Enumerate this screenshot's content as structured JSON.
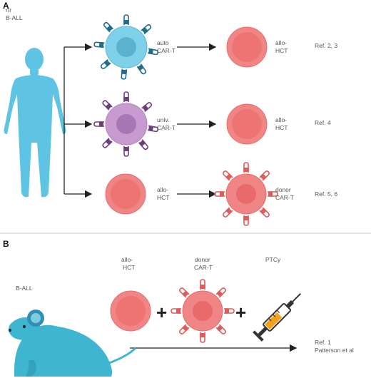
{
  "panel_a": {
    "label": "A",
    "patient": {
      "line1": "r/r",
      "line2": "B-ALL"
    },
    "rows": [
      {
        "cell1": [
          "auto",
          "CAR-T"
        ],
        "cell2": [
          "allo-",
          "HCT"
        ],
        "ref": "Ref. 2, 3"
      },
      {
        "cell1": [
          "univ.",
          "CAR-T"
        ],
        "cell2": [
          "allo-",
          "HCT"
        ],
        "ref": "Ref. 4"
      },
      {
        "cell1": [
          "allo-",
          "HCT"
        ],
        "cell2": [
          "donor",
          "CAR-T"
        ],
        "ref": "Ref. 5, 6"
      }
    ]
  },
  "panel_b": {
    "label": "B",
    "disease": "B-ALL",
    "items": [
      {
        "line1": "allo-",
        "line2": "HCT"
      },
      {
        "line1": "donor",
        "line2": "CAR-T"
      },
      {
        "line1": "PTCy",
        "line2": ""
      }
    ],
    "plus": "+",
    "ref_line1": "Ref. 1",
    "ref_line2": "Patterson et al"
  },
  "colors": {
    "human": "#5fc3e4",
    "mouse": "#3fb6cf",
    "auto_cart": "#7fd1ea",
    "auto_receptor": "#1f6d8c",
    "univ_cart": "#c79ad0",
    "univ_receptor": "#6e3f7f",
    "red_cell": "#f08585",
    "red_receptor": "#e05a5a",
    "divider": "#bbbbbb"
  }
}
